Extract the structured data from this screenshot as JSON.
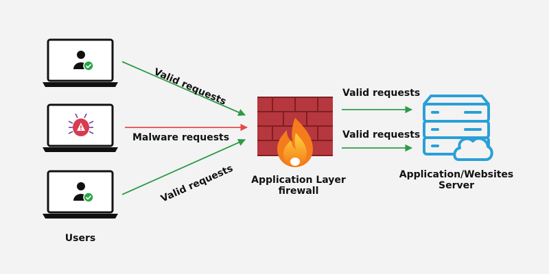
{
  "users": {
    "label": "Users",
    "clients": [
      {
        "kind": "valid-user",
        "icon": "user-check-icon"
      },
      {
        "kind": "malware",
        "icon": "bug-warning-icon"
      },
      {
        "kind": "valid-user",
        "icon": "user-check-icon"
      }
    ]
  },
  "requests": {
    "top": "Valid requests",
    "middle": "Malware requests",
    "bottom": "Valid requests",
    "to_server_top": "Valid requests",
    "to_server_bottom": "Valid requests"
  },
  "firewall": {
    "line1": "Application Layer",
    "line2": "firewall",
    "icon": "firewall-icon"
  },
  "server": {
    "line1": "Application/Websites",
    "line2": "Server",
    "icon": "server-cloud-icon"
  },
  "colors": {
    "valid": "#2e9a47",
    "malware": "#e64a4a",
    "brick": "#b6373d",
    "server": "#2a9fd8",
    "check": "#28a745"
  }
}
